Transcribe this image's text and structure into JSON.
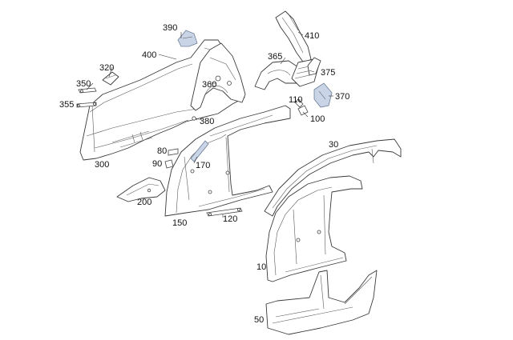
{
  "callouts": {
    "c390": "390",
    "c410": "410",
    "c400": "400",
    "c320": "320",
    "c365": "365",
    "c375": "375",
    "c360": "360",
    "c370": "370",
    "c350": "350",
    "c355": "355",
    "c110": "110",
    "c100": "100",
    "c380": "380",
    "c300": "300",
    "c30": "30",
    "c80": "80",
    "c90": "90",
    "c170": "170",
    "c200": "200",
    "c150": "150",
    "c120": "120",
    "c10": "10",
    "c50": "50"
  },
  "colors": {
    "highlight_fill": "#c9d4e6",
    "line": "#3a3a3a"
  }
}
